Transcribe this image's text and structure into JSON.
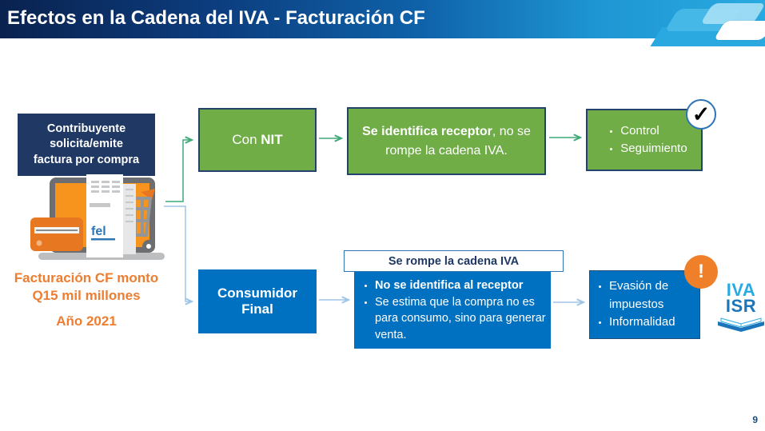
{
  "header": {
    "title": "Efectos en la Cadena del IVA - Facturación CF"
  },
  "source": {
    "box_lines": [
      "Contribuyente",
      "solicita/emite",
      "factura por compra"
    ],
    "caption_lines": [
      "Facturación CF monto",
      "Q15 mil millones",
      "Año 2021"
    ],
    "receipt_logo": "fel"
  },
  "top_row": {
    "box_con_nit": {
      "prefix": "Con ",
      "bold": "NIT"
    },
    "box_receptor": {
      "bold": "Se identifica receptor",
      "rest": ", no se rompe la cadena IVA."
    },
    "box_outcomes": {
      "bullets": [
        "Control",
        "Seguimiento"
      ]
    }
  },
  "bottom_row": {
    "box_consumidor": {
      "label": "Consumidor Final"
    },
    "label_box": "Se rompe la cadena IVA",
    "box_no_receptor": {
      "bullet_bold": "No se identifica al receptor",
      "bullet_rest": "Se estima que la compra no es para consumo, sino para generar venta."
    },
    "box_outcomes": {
      "bullets": [
        "Evasión de impuestos",
        "Informalidad"
      ]
    }
  },
  "icons": {
    "check": "✓",
    "alert": "!"
  },
  "logo": {
    "top": "IVA",
    "bottom": "ISR"
  },
  "page_number": "9",
  "colors": {
    "header_dark": "#0A224F",
    "header_light": "#2AA9E0",
    "green_box": "#70AD47",
    "blue_box": "#0070C0",
    "navy_box": "#1F3864",
    "orange_text": "#ED7D31",
    "arrow_green": "#3FA878",
    "arrow_blue": "#9DC3E6",
    "box_border": "#24436C",
    "check_ring": "#2E75B6",
    "alert_orange": "#F07F29",
    "logo_light_blue": "#29ABE2",
    "logo_dark_blue": "#1B75BB"
  }
}
